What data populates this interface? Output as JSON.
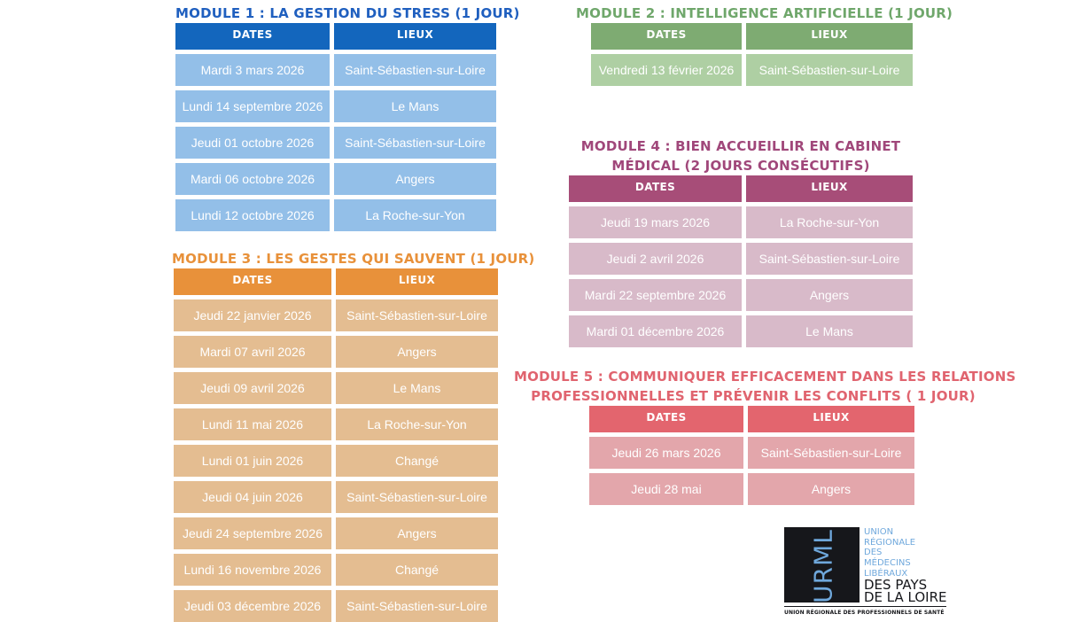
{
  "colors": {
    "module1": "#1366bd",
    "module2": "#7eab72",
    "module3": "#e8913a",
    "module4": "#a74d78",
    "module5": "#e3656e"
  },
  "module1": {
    "title": "Module 1 : La gestion du stress (1 jour)",
    "header_dates": "DATES",
    "header_lieux": "LIEUX",
    "rows": [
      {
        "date": "Mardi 3 mars 2026",
        "lieu": "Saint-Sébastien-sur-Loire"
      },
      {
        "date": "Lundi 14 septembre 2026",
        "lieu": "Le Mans"
      },
      {
        "date": "Jeudi 01 octobre 2026",
        "lieu": "Saint-Sébastien-sur-Loire"
      },
      {
        "date": "Mardi 06 octobre 2026",
        "lieu": "Angers"
      },
      {
        "date": "Lundi 12 octobre 2026",
        "lieu": "La Roche-sur-Yon"
      }
    ]
  },
  "module2": {
    "title": "Module 2 : Intelligence artificielle (1 jour)",
    "header_dates": "DATES",
    "header_lieux": "LIEUX",
    "rows": [
      {
        "date": "Vendredi 13 février 2026",
        "lieu": "Saint-Sébastien-sur-Loire"
      }
    ]
  },
  "module3": {
    "title": "Module 3 : Les gestes qui sauvent (1 jour)",
    "header_dates": "DATES",
    "header_lieux": "LIEUX",
    "rows": [
      {
        "date": "Jeudi 22 janvier 2026",
        "lieu": "Saint-Sébastien-sur-Loire"
      },
      {
        "date": "Mardi 07 avril 2026",
        "lieu": "Angers"
      },
      {
        "date": "Jeudi 09 avril 2026",
        "lieu": "Le Mans"
      },
      {
        "date": "Lundi 11 mai 2026",
        "lieu": "La Roche-sur-Yon"
      },
      {
        "date": "Lundi 01 juin 2026",
        "lieu": "Changé"
      },
      {
        "date": "Jeudi 04 juin 2026",
        "lieu": "Saint-Sébastien-sur-Loire"
      },
      {
        "date": "Jeudi 24 septembre 2026",
        "lieu": "Angers"
      },
      {
        "date": "Lundi 16 novembre 2026",
        "lieu": "Changé"
      },
      {
        "date": "Jeudi 03 décembre 2026",
        "lieu": "Saint-Sébastien-sur-Loire"
      }
    ]
  },
  "module4": {
    "title_line1": "Module 4 : Bien accueillir en cabinet",
    "title_line2": "médical (2 jours consécutifs)",
    "header_dates": "DATES",
    "header_lieux": "LIEUX",
    "rows": [
      {
        "date": "Jeudi 19 mars 2026",
        "lieu": "La Roche-sur-Yon"
      },
      {
        "date": "Jeudi 2 avril 2026",
        "lieu": "Saint-Sébastien-sur-Loire"
      },
      {
        "date": "Mardi 22 septembre 2026",
        "lieu": "Angers"
      },
      {
        "date": "Mardi 01 décembre 2026",
        "lieu": "Le Mans"
      }
    ]
  },
  "module5": {
    "title_line1": "Module 5 : Communiquer efficacement dans les relations",
    "title_line2": "professionnelles et prévenir les conflits ( 1 jour)",
    "header_dates": "DATES",
    "header_lieux": "LIEUX",
    "rows": [
      {
        "date": "Jeudi 26 mars 2026",
        "lieu": "Saint-Sébastien-sur-Loire"
      },
      {
        "date": "Jeudi 28 mai",
        "lieu": "Angers"
      }
    ]
  },
  "logo": {
    "acronym": "URML",
    "lines": [
      "Union",
      "Régionale",
      "des",
      "Médecins",
      "Libéraux"
    ],
    "region_line1": "des Pays",
    "region_line2": "de la Loire",
    "footer": "UNION RÉGIONALE DES PROFESSIONNELS DE SANTÉ"
  }
}
